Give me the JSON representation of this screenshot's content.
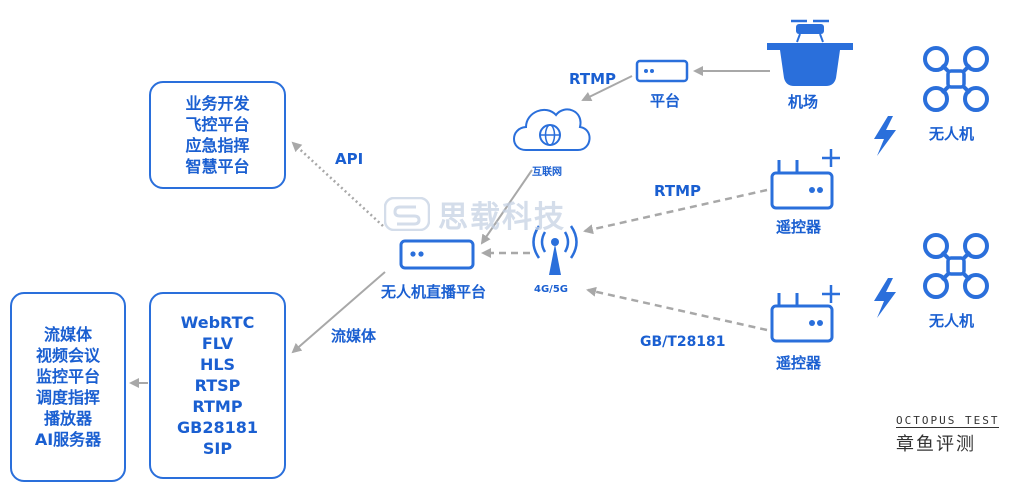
{
  "boxes": {
    "business": [
      "业务开发",
      "飞控平台",
      "应急指挥",
      "智慧平台"
    ],
    "consumers": [
      "流媒体",
      "视频会议",
      "监控平台",
      "调度指挥",
      "播放器",
      "AI服务器"
    ],
    "protocols": [
      "WebRTC",
      "FLV",
      "HLS",
      "RTSP",
      "RTMP",
      "GB28181",
      "SIP"
    ]
  },
  "labels": {
    "api": "API",
    "stream": "流媒体",
    "platform_main": "无人机直播平台",
    "network": "4G/5G",
    "internet": "互联网",
    "rtmp_top": "RTMP",
    "platform_small": "平台",
    "airport": "机场",
    "drone_top": "无人机",
    "rtmp_mid": "RTMP",
    "remote_top": "遥控器",
    "drone_bottom": "无人机",
    "gb": "GB/T28181",
    "remote_bottom": "遥控器"
  },
  "watermark": {
    "text": "思载科技"
  },
  "brand": {
    "en": "OCTOPUS TEST",
    "cn": "章鱼评测"
  },
  "colors": {
    "blue": "#2a6fdb",
    "text_blue": "#1a5fd1",
    "arrow_gray": "#a8a8a8",
    "watermark": "#c6d2e4"
  }
}
